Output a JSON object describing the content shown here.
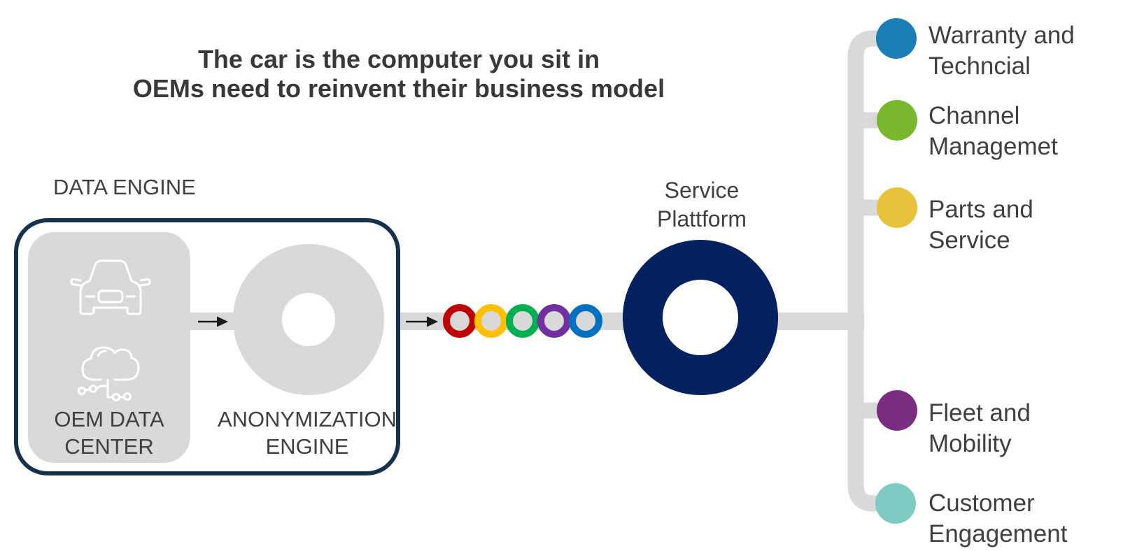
{
  "title": {
    "line1": "The car is the computer you sit in",
    "line2": "OEMs need to reinvent their business model"
  },
  "data_engine": {
    "label": "DATA ENGINE",
    "oem_data_center": {
      "line1": "OEM DATA",
      "line2": "CENTER"
    },
    "anonymization_engine": {
      "line1": "ANONYMIZATION",
      "line2": "ENGINE"
    }
  },
  "service_platform": {
    "line1": "Service",
    "line2": "Plattform"
  },
  "pipeline_donuts": [
    {
      "name": "red-donut",
      "color": "#C00000"
    },
    {
      "name": "yellow-donut",
      "color": "#FFC000"
    },
    {
      "name": "green-donut",
      "color": "#00B050"
    },
    {
      "name": "purple-donut",
      "color": "#7030A0"
    },
    {
      "name": "blue-donut",
      "color": "#0070C0"
    }
  ],
  "branches": [
    {
      "line1": "Warranty and",
      "line2": "Techncial",
      "color": "#1B7EB5"
    },
    {
      "line1": "Channel",
      "line2": "Managemet",
      "color": "#77B82E"
    },
    {
      "line1": "Parts and",
      "line2": "Service",
      "color": "#E9C23C"
    },
    {
      "line1": "Fleet and",
      "line2": "Mobility",
      "color": "#7B2D82"
    },
    {
      "line1": "Customer",
      "line2": "Engagement",
      "color": "#7ECCC1"
    }
  ],
  "colors": {
    "navy_donut": "#02215E",
    "frame_border": "#14324C",
    "connector_gray": "#D9D9D9",
    "arrow_black": "#1A1A1A",
    "text_gray": "#404040",
    "title_gray": "#383838",
    "icon_white": "#FFFFFF"
  }
}
